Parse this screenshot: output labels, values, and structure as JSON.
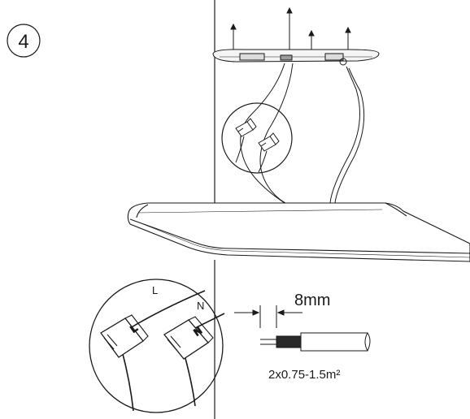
{
  "step": {
    "number": "4"
  },
  "callout": {
    "wire_l": "L",
    "wire_n": "N",
    "connector_l_mark": "L",
    "connector_n_mark": "N"
  },
  "cable": {
    "strip_length": "8mm",
    "cross_section": "2x0.75-1.5m²"
  },
  "colors": {
    "line": "#1a1a1a",
    "background": "#ffffff"
  },
  "icons": [
    "step-number-badge",
    "ceiling-wall-outline",
    "mounting-plate",
    "wire-connector",
    "led-panel",
    "stripped-cable"
  ]
}
